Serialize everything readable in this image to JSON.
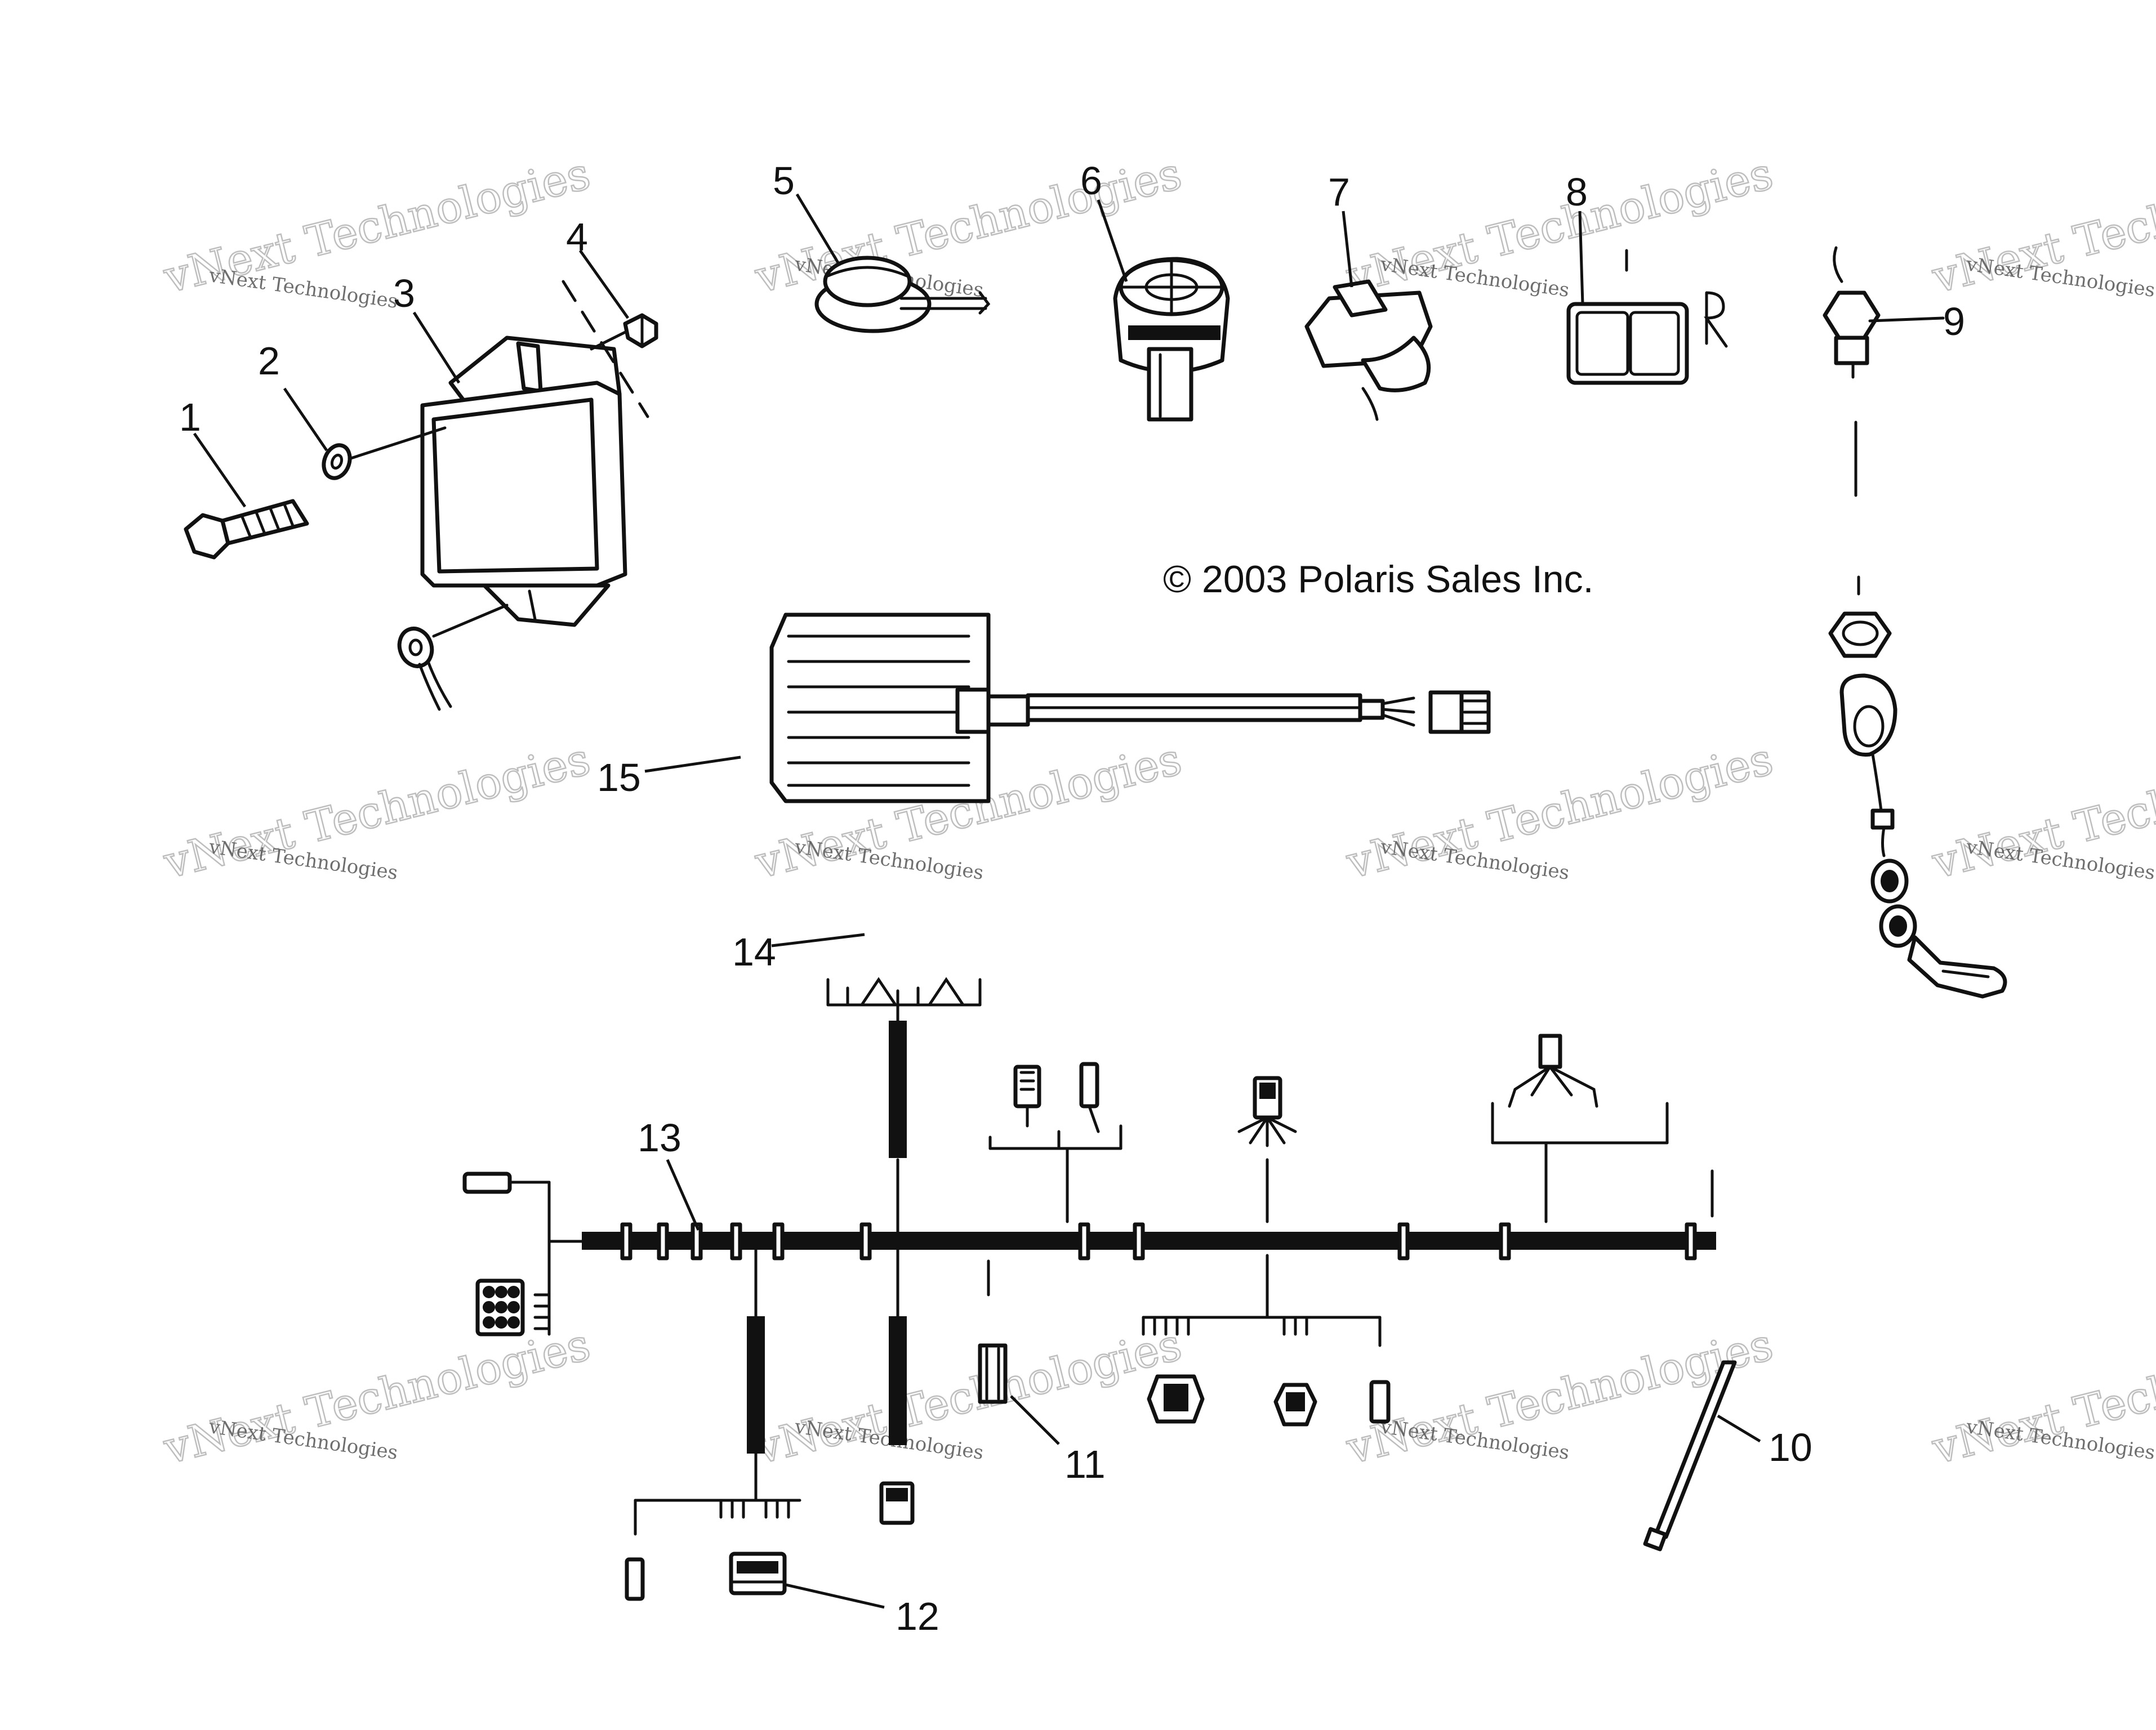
{
  "copyright": "© 2003 Polaris Sales Inc.",
  "watermark": {
    "large": "vNext Technologies",
    "small": "vNext Technologies"
  },
  "callouts": [
    {
      "id": "1",
      "label": "1"
    },
    {
      "id": "2",
      "label": "2"
    },
    {
      "id": "3",
      "label": "3"
    },
    {
      "id": "4",
      "label": "4"
    },
    {
      "id": "5",
      "label": "5"
    },
    {
      "id": "6",
      "label": "6"
    },
    {
      "id": "7",
      "label": "7"
    },
    {
      "id": "8",
      "label": "8"
    },
    {
      "id": "9",
      "label": "9"
    },
    {
      "id": "10",
      "label": "10"
    },
    {
      "id": "11",
      "label": "11"
    },
    {
      "id": "12",
      "label": "12"
    },
    {
      "id": "13",
      "label": "13"
    },
    {
      "id": "14",
      "label": "14"
    },
    {
      "id": "15",
      "label": "15"
    }
  ]
}
